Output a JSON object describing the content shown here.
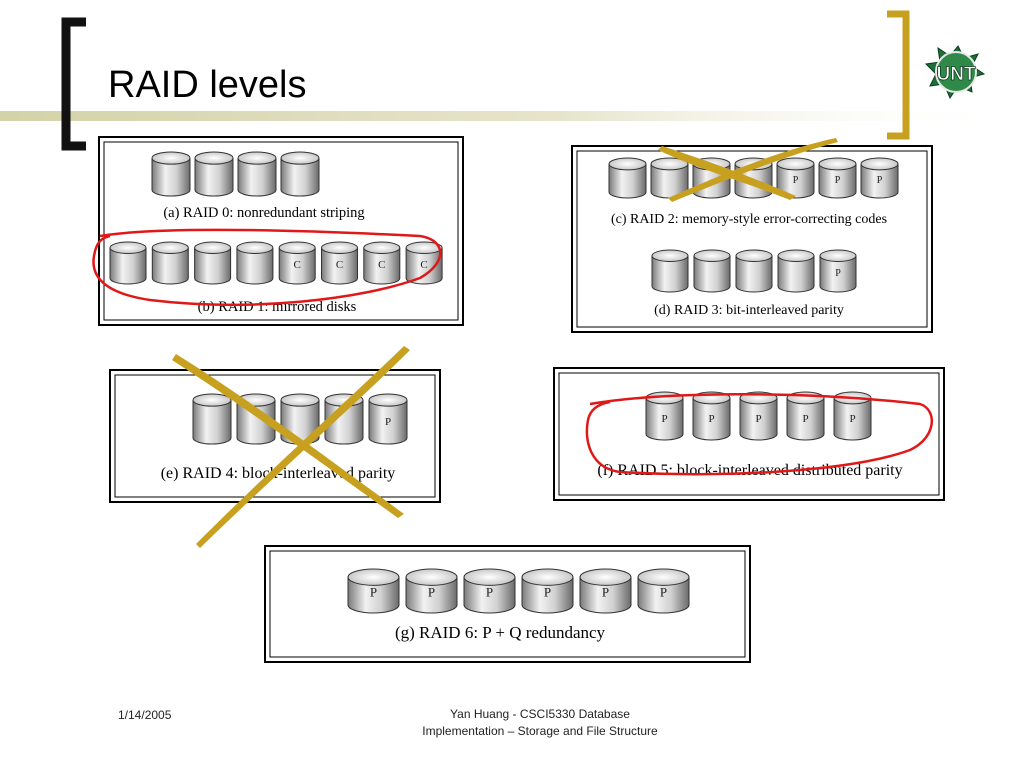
{
  "slide": {
    "title": "RAID levels",
    "footer": {
      "date": "1/14/2005",
      "line1": "Yan Huang - CSCI5330 Database",
      "line2": "Implementation – Storage and File Structure"
    },
    "logo": {
      "text": "UNT",
      "name": "University of North Texas logo"
    }
  },
  "diagrams": {
    "raid0": {
      "caption": "(a) RAID 0: nonredundant striping",
      "disks": [
        "",
        "",
        "",
        ""
      ]
    },
    "raid1": {
      "caption": "(b) RAID 1: mirrored disks",
      "disks": [
        "",
        "",
        "",
        "",
        "C",
        "C",
        "C",
        "C"
      ]
    },
    "raid2": {
      "caption": "(c) RAID 2: memory-style error-correcting codes",
      "disks": [
        "",
        "",
        "",
        "",
        "P",
        "P",
        "P"
      ]
    },
    "raid3": {
      "caption": "(d) RAID 3: bit-interleaved parity",
      "disks": [
        "",
        "",
        "",
        "",
        "P"
      ]
    },
    "raid4": {
      "caption": "(e) RAID 4: block-interleaved parity",
      "disks": [
        "",
        "",
        "",
        "",
        "P"
      ]
    },
    "raid5": {
      "caption": "(f) RAID 5: block-interleaved distributed parity",
      "disks": [
        "P",
        "P",
        "P",
        "P",
        "P"
      ]
    },
    "raid6": {
      "caption": "(g) RAID 6: P + Q redundancy",
      "disks": [
        "P",
        "P",
        "P",
        "P",
        "P",
        "P"
      ]
    }
  },
  "colors": {
    "accent_gold": "#c8a020",
    "bracket_black": "#111111",
    "title_bar": "#c9c79a",
    "annotation_red": "#e01818"
  }
}
